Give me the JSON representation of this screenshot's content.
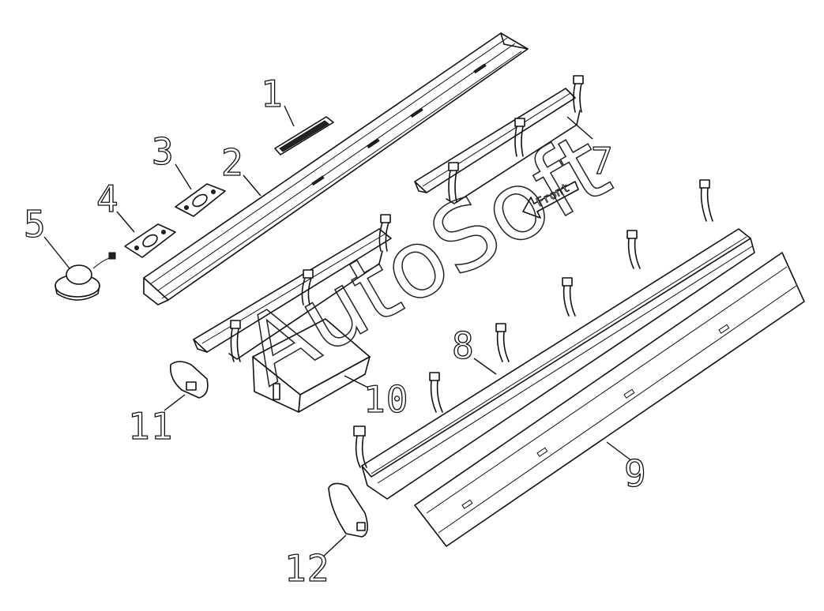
{
  "callouts": [
    "1",
    "2",
    "3",
    "4",
    "5",
    "7",
    "8",
    "9",
    "10",
    "11",
    "12"
  ],
  "front_label": "Front",
  "watermark": "AutoSoft"
}
